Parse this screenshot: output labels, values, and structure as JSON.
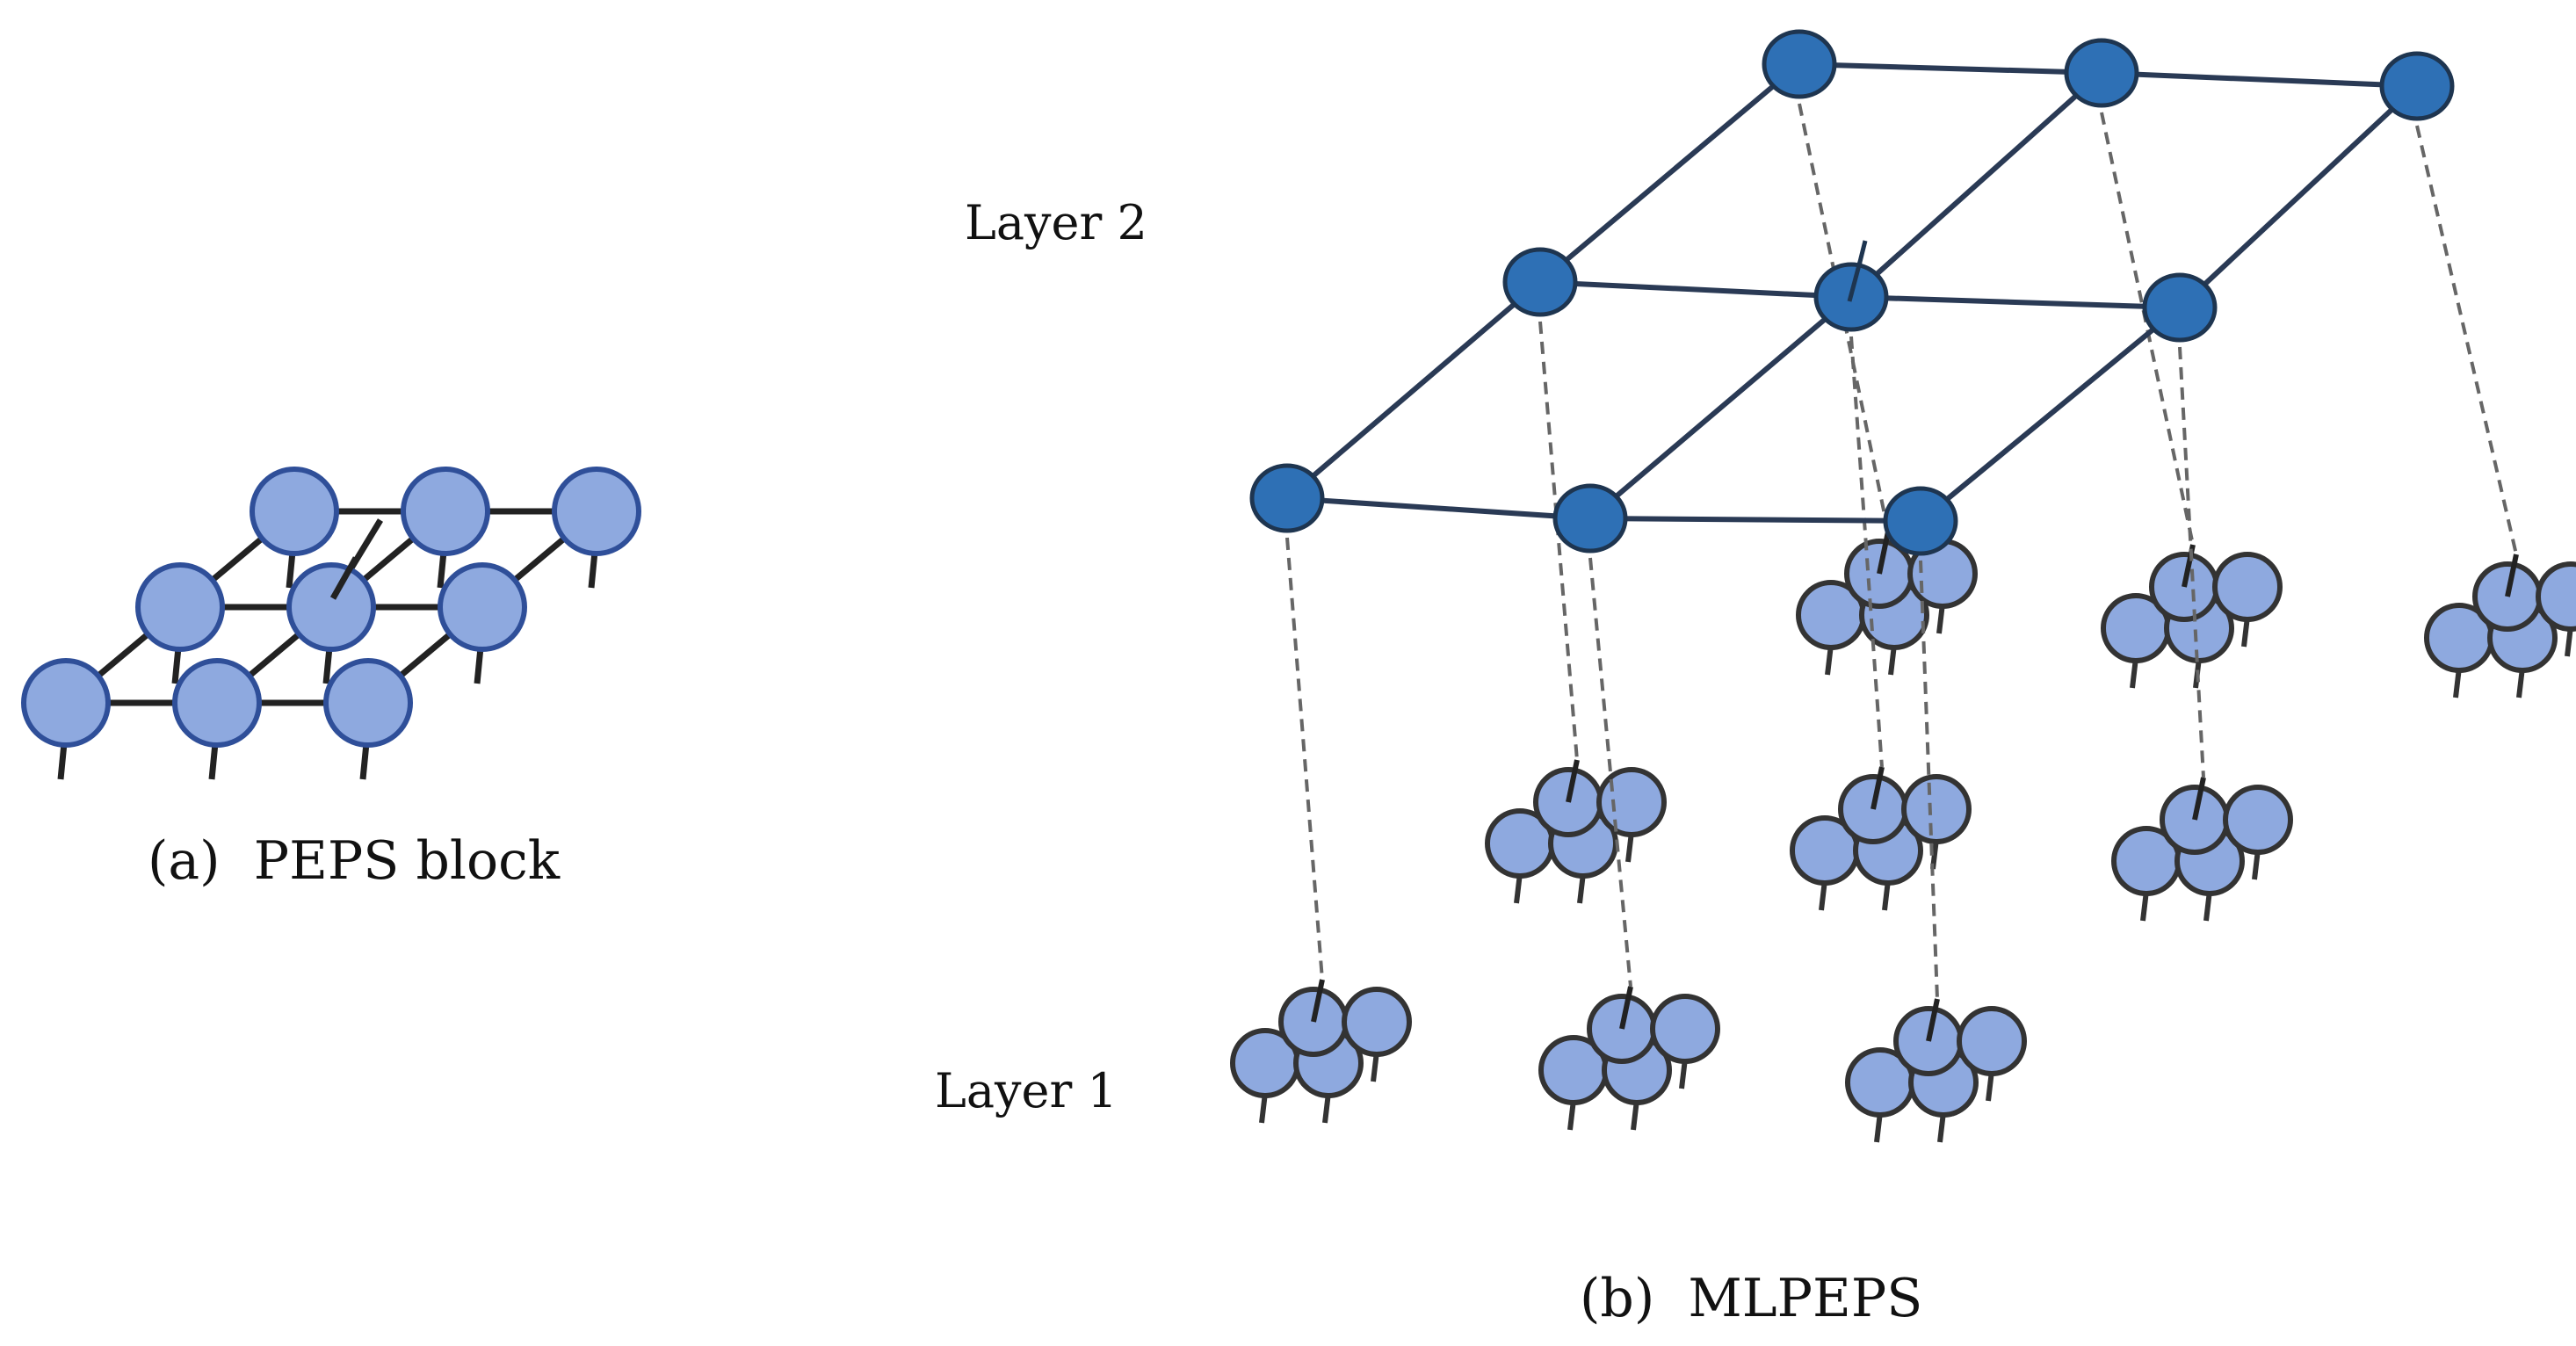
{
  "labels": {
    "layer2": "Layer 2",
    "layer1": "Layer 1",
    "caption_a": "(a)  PEPS block",
    "caption_b": "(b)  MLPEPS"
  },
  "colors": {
    "layer1_fill": "#8ea9df",
    "peps_outline": "#2f4f99",
    "block_outline": "#333333",
    "layer2_fill": "#2e70b5",
    "layer2_outline": "#1e3550",
    "layer2_edge": "#2a3a55",
    "lattice_edge": "#222222",
    "dashed_link": "#666666"
  },
  "diagram": {
    "peps_block": {
      "rows": 3,
      "cols": 3,
      "physical_legs": true
    },
    "mlpeps": {
      "layer2": {
        "rows": 3,
        "cols": 3
      },
      "layer1": {
        "blocks_rows": 3,
        "blocks_cols": 3,
        "block_size": "2x2"
      },
      "inter_layer_links": 9
    }
  }
}
